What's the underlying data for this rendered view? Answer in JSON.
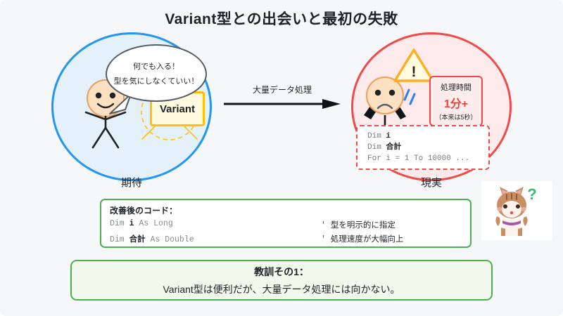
{
  "page": {
    "title": "Variant型との出会いと最初の失敗",
    "background_color": "#f6f7f9"
  },
  "expectation": {
    "label": "期待",
    "circle_color": "#2196f3",
    "circle_fill": "#e4f1fb",
    "speech_line1": "何でも入る！",
    "speech_line2": "型を気にしなくていい！",
    "variant_label": "Variant",
    "variant_color": "#ffc107"
  },
  "arrow": {
    "label": "大量データ処理"
  },
  "reality": {
    "label": "現実",
    "circle_color": "#f04a4a",
    "circle_fill": "#fdeaea",
    "warning_mark": "!",
    "processing": {
      "title": "処理時間",
      "value": "1分+",
      "note": "（本来は5秒）",
      "value_color": "#f0443f"
    },
    "bad_code": [
      {
        "pre": "Dim ",
        "hi": "i",
        "post": ""
      },
      {
        "pre": "Dim ",
        "hi": "合計",
        "post": ""
      },
      {
        "pre": "For i = 1 To 10000 ...",
        "hi": "",
        "post": ""
      }
    ]
  },
  "improved": {
    "title": "改善後のコード：",
    "code_lines": [
      {
        "pre": "Dim ",
        "hi": "i",
        "post": " As Long"
      },
      {
        "pre": "Dim ",
        "hi": "合計",
        "post": " As Double"
      }
    ],
    "comments": [
      {
        "marker": "'",
        "text": "型を明示的に指定"
      },
      {
        "marker": "'",
        "text": "処理速度が大幅向上"
      }
    ],
    "border_color": "#4caf50"
  },
  "lesson": {
    "heading": "教訓その1：",
    "body": "Variant型は便利だが、大量データ処理には向かない。",
    "border_color": "#4caf50",
    "fill_color": "#f0f9ec"
  },
  "cat": {
    "question_mark": "?"
  }
}
